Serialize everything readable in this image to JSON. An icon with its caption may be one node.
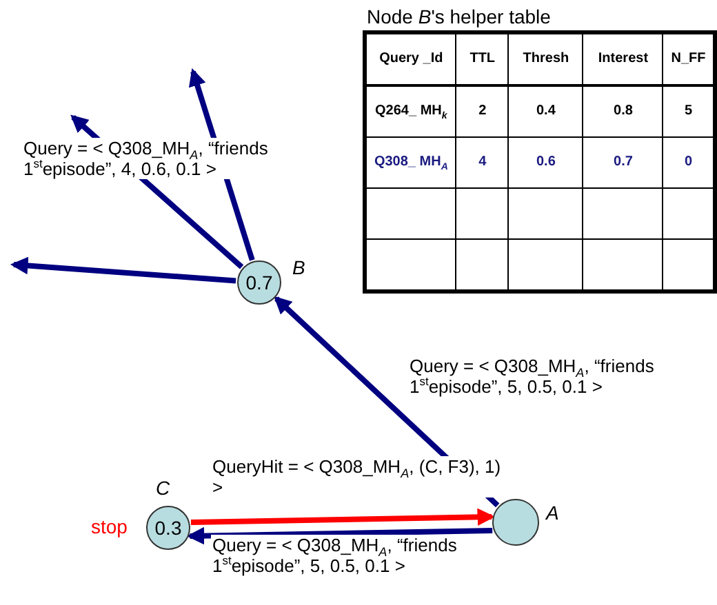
{
  "diagram": {
    "nodes": [
      {
        "text": [
          "0.7"
        ],
        "beside": [
          "B"
        ]
      },
      {
        "text": [],
        "shape": "circle",
        "beside": [
          "A"
        ]
      },
      {
        "text": [
          "0.3"
        ],
        "beside": [
          "C",
          "stop"
        ]
      }
    ],
    "edges": [
      {
        "from": 0,
        "to": null,
        "arrow": "to"
      },
      {
        "from": 0,
        "to": null,
        "arrow": "to",
        "label": "Query = < Q308_MH$_{A}$, “friends 1$^{st}$episode”, 4, 0.6, 0.1 >"
      },
      {
        "from": 0,
        "to": null,
        "arrow": "to"
      },
      {
        "from": 1,
        "to": 0,
        "arrow": "to",
        "label": "Query = < Q308_MH$_{A}$, “friends 1$^{st}$episode”, 5, 0.5, 0.1 >"
      },
      {
        "from": 2,
        "to": 1,
        "arrow": "to",
        "label": "QueryHit = < Q308_MH$_{A}$, (C, F3), 1) >",
        "color": "#ff0000"
      },
      {
        "from": 1,
        "to": 2,
        "arrow": "to",
        "label": "Query = < Q308_MH$_{A}$, “friends 1$^{st}$episode”, 5, 0.5, 0.1 >"
      }
    ],
    "labels": [
      "Node *B*'s helper table",
      "Query _Id",
      "TTL",
      "Thresh",
      "Interest",
      "N_FF",
      "Q264_ MH$_{k}$",
      "2",
      "0.4",
      "0.8",
      "5",
      "Q308_ MH$_{A}$",
      "4",
      "0.6",
      "0.7",
      "0"
    ]
  }
}
